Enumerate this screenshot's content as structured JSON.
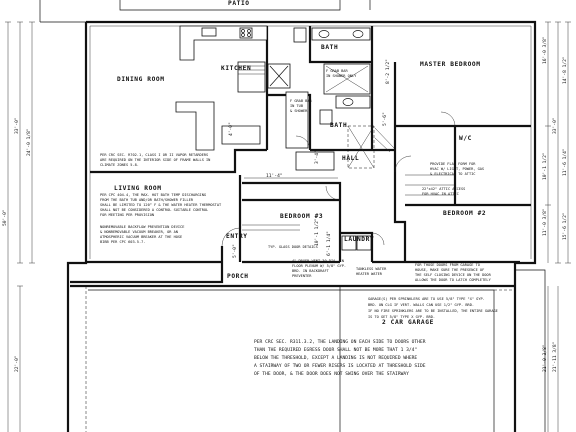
{
  "rooms": {
    "patio": "PATIO",
    "bath_top": "BATH",
    "master_bedroom": "MASTER BEDROOM",
    "dining_room": "DINING ROOM",
    "kitchen": "KITCHEN",
    "bath": "BATH",
    "wic": "W/C",
    "hall": "HALL",
    "living_room": "LIVING ROOM",
    "bedroom_3": "BEDROOM #3",
    "bedroom_2": "BEDROOM #2",
    "entry": "ENTRY",
    "porch": "PORCH",
    "laundry": "LAUNDRY",
    "garage": "2 CAR GARAGE"
  },
  "notes": {
    "shower_1": "F GRAB BAR",
    "shower_2": "IN SHOWER ONLY",
    "tub_1": "F GRAB BAR",
    "tub_2": "IN TUB",
    "tub_3": "& SHOWER",
    "crc_r702_1": "PER CRC SEC. R702.1, CLASS I OR II VAPOR RETARDERS",
    "crc_r702_2": "ARE REQUIRED ON THE INTERIOR SIDE OF FRAME WALLS IN",
    "crc_r702_3": "CLIMATE ZONES 5-8.",
    "cpc_1": "PER CPC 404.4, THE MAX. HOT BATH TEMP DISCHARGING",
    "cpc_2": "FROM THE BATH TUB AND/OR BATH/SHOWER FILLER",
    "cpc_3": "SHALL BE LIMITED TO 120° F & THE WATER HEATER THERMOSTAT",
    "cpc_4": "SHALL NOT BE CONSIDERED A CONTROL SUITABLE CONTROL",
    "cpc_5": "FOR MEETING PER PROVISION",
    "backflow_1": "NONREMOVABLE BACKFLOW PREVENTION DEVICE",
    "backflow_2": "& NONREMOVABLE VACUUM BREAKER, OR AN",
    "backflow_3": "ATMOSPHERIC VACUUM BREAKER AT THE HOSE",
    "backflow_4": "BIBB PER CPC 603.5.7.",
    "attic_1": "PROVIDE FLAT FORM FOR",
    "attic_2": "HVAC W/ LIGHT, POWER, GAS",
    "attic_3": "& ELECTRICAL TO ATTIC",
    "access_1": "22\"x42\" ATTIC ACCESS",
    "access_2": "FOR HVAC IN ATTIC",
    "door_1": "FOR THOSE DOORS FROM GARAGE TO",
    "door_2": "HOUSE, MAKE SURE THE PRESENCE OF",
    "door_3": "THE SELF CLOSING DEVICE ON THE DOOR",
    "door_4": "ALLOWS THE DOOR TO LATCH COMPLETELY",
    "dryer_1": "4\" DRYER VENT 30 DIA. IN",
    "dryer_2": "FLOOR PLENUM W/ 5/8\" GYP.",
    "dryer_3": "BRD. IN BACKDRAFT",
    "dryer_4": "PREVENTER",
    "tankless_1": "TANKLESS WATER",
    "tankless_2": "HEATER WATER",
    "glass": "TYP. GLASS DOOR DETAILS",
    "sprinkler_1": "GARAGE(S) PER SPRINKLERS ARE TO USE 5/8\" TYPE \"X\" GYP.",
    "sprinkler_2": "BRD. ON CLG IF VERT. WALLS CAN USE 1/2\" GYP. BRD.",
    "sprinkler_3": "IF NO FIRE SPRINKLERS ARE TO BE INSTALLED, THE ENTIRE GARAGE",
    "sprinkler_4": "IS TO GET 5/8\" TYPE X GYP. BRD.",
    "landing_1": "PER CRC SEC. R311.3.2, THE LANDING ON EACH SIDE TO DOORS OTHER",
    "landing_2": "THAN THE REQUIRED EGRESS DOOR SHALL NOT BE MORE THAT 1 3/4\"",
    "landing_3": "BELOW THE THRESHOLD, EXCEPT A LANDING IS NOT REQUIRED WHERE",
    "landing_4": "A STAIRWAY OF TWO OR FEWER RISERS IS LOCATED AT THRESHOLD SIDE",
    "landing_5": "OF THE DOOR, & THE DOOR DOES NOT SWING OVER THE STAIRWAY"
  },
  "dimensions": {
    "left_overall": "50'-0\"",
    "left_house": "24'-0 1/8\"",
    "left_house_outer": "33'-0\"",
    "left_garage": "22'-0\"",
    "right_house_outer": "33'-0\"",
    "right_garage": "21'-11 3/8\"",
    "right_top_1": "16'-0 3/8\"",
    "right_top_2": "14'-8 1/2\"",
    "right_mid_1": "10'-1 1/2\"",
    "right_mid_2": "11'-6 1/4\"",
    "right_low": "11'-0 3/8\"",
    "right_low_2": "15'-6 1/2\"",
    "right_garage_inner": "21'-0 3/8\"",
    "master_vert": "8'-2 1/2\"",
    "bath_vert": "5'-6\"",
    "kitchen_small": "4'-0\"",
    "hall_small": "3'-4\"",
    "bed3_width": "11'-4\"",
    "bed3_depth": "10'-1 1/2\"",
    "laundry_depth": "6'-1 1/4\"",
    "entry_depth": "5'-0\""
  }
}
